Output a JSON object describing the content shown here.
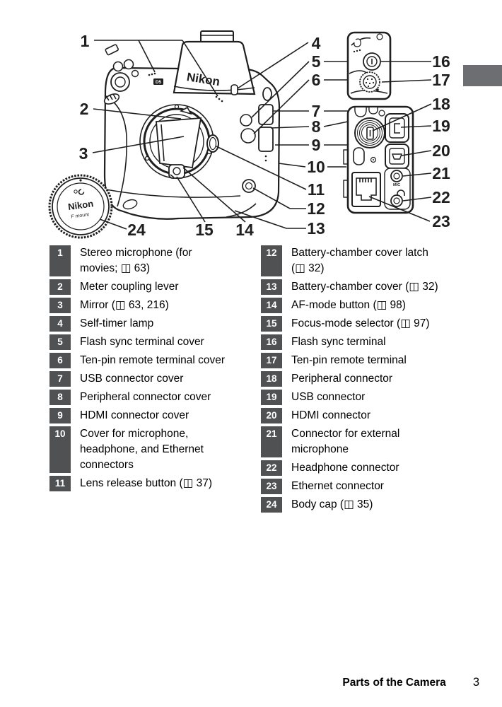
{
  "page": {
    "side_tab_color": "#6d6e71",
    "footer": {
      "section_title": "Parts of the Camera",
      "page_number": "3"
    }
  },
  "diagram": {
    "line_color": "#1f1f1f",
    "labels": {
      "camera_logo": "Nikon",
      "model_badge": "D5",
      "body_cap_logo": "Nikon",
      "body_cap_mount": "F mount",
      "mic_jack_label": "MIC"
    },
    "callouts": [
      "1",
      "2",
      "3",
      "4",
      "5",
      "6",
      "7",
      "8",
      "9",
      "10",
      "11",
      "12",
      "13",
      "14",
      "15",
      "16",
      "17",
      "18",
      "19",
      "20",
      "21",
      "22",
      "23",
      "24"
    ]
  },
  "legend": {
    "badge_color": "#4f5153",
    "items": [
      {
        "num": "1",
        "text": "Stereo microphone (for\nmovies; ◫ 63)"
      },
      {
        "num": "2",
        "text": "Meter coupling lever"
      },
      {
        "num": "3",
        "text": "Mirror (◫ 63, 216)"
      },
      {
        "num": "4",
        "text": "Self-timer lamp"
      },
      {
        "num": "5",
        "text": "Flash sync terminal cover"
      },
      {
        "num": "6",
        "text": "Ten-pin remote terminal cover"
      },
      {
        "num": "7",
        "text": "USB connector cover"
      },
      {
        "num": "8",
        "text": "Peripheral connector cover"
      },
      {
        "num": "9",
        "text": "HDMI connector cover"
      },
      {
        "num": "10",
        "text": "Cover for microphone,\nheadphone, and Ethernet\nconnectors"
      },
      {
        "num": "11",
        "text": "Lens release button (◫ 37)"
      },
      {
        "num": "12",
        "text": "Battery-chamber cover latch\n(◫ 32)"
      },
      {
        "num": "13",
        "text": "Battery-chamber cover (◫ 32)"
      },
      {
        "num": "14",
        "text": "AF-mode button (◫ 98)"
      },
      {
        "num": "15",
        "text": "Focus-mode selector (◫ 97)"
      },
      {
        "num": "16",
        "text": "Flash sync terminal"
      },
      {
        "num": "17",
        "text": "Ten-pin remote terminal"
      },
      {
        "num": "18",
        "text": "Peripheral connector"
      },
      {
        "num": "19",
        "text": "USB connector"
      },
      {
        "num": "20",
        "text": "HDMI connector"
      },
      {
        "num": "21",
        "text": "Connector for external\nmicrophone"
      },
      {
        "num": "22",
        "text": "Headphone connector"
      },
      {
        "num": "23",
        "text": "Ethernet connector"
      },
      {
        "num": "24",
        "text": "Body cap (◫ 35)"
      }
    ]
  }
}
